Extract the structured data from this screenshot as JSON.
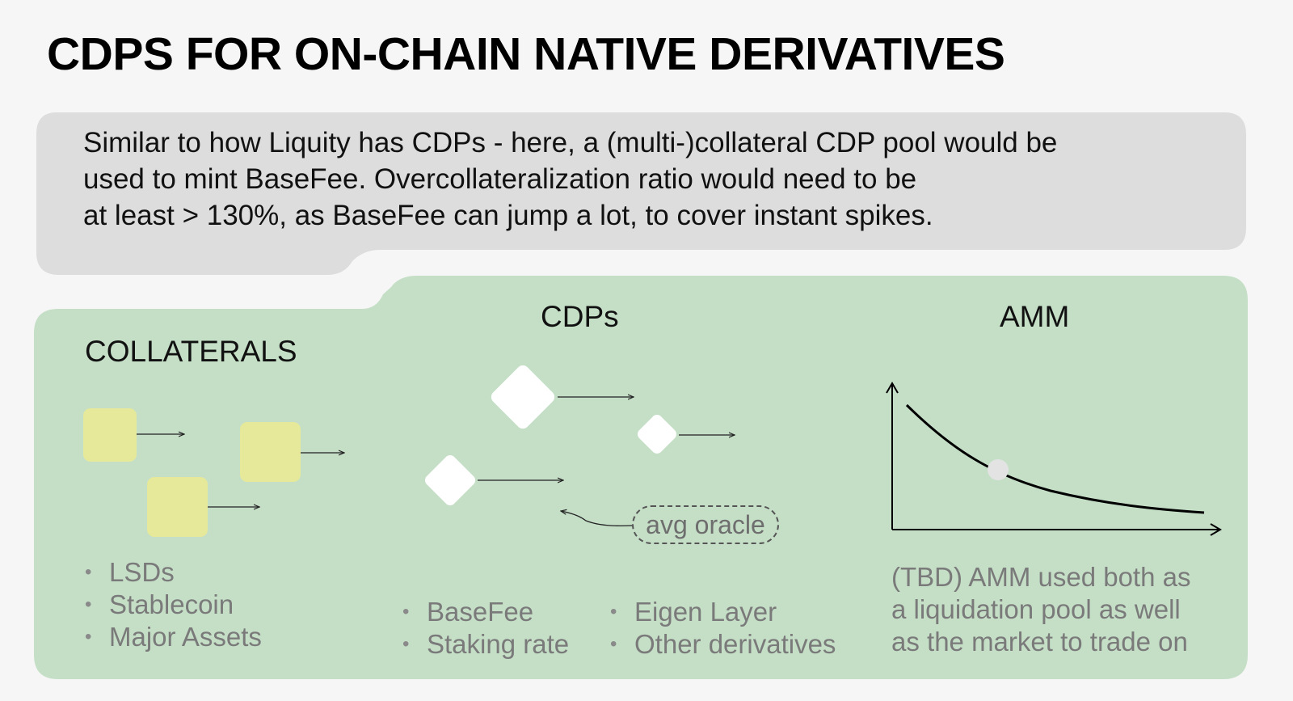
{
  "title": "CDPS FOR ON-CHAIN NATIVE DERIVATIVES",
  "description": [
    "Similar to how Liquity has CDPs - here, a (multi-)collateral CDP pool would be",
    "used to mint BaseFee. Overcollateralization ratio would need to be",
    "at least > 130%, as BaseFee can jump a lot, to cover instant spikes."
  ],
  "collaterals": {
    "heading": "COLLATERALS",
    "items": [
      "LSDs",
      "Stablecoin",
      "Major Assets"
    ]
  },
  "cdps": {
    "heading": "CDPs",
    "oracle_label": "avg oracle",
    "items_left": [
      "BaseFee",
      "Staking rate"
    ],
    "items_right": [
      "Eigen Layer",
      "Other derivatives"
    ]
  },
  "amm": {
    "heading": "AMM",
    "note": [
      "(TBD) AMM used both as",
      "a liquidation pool as well",
      "as the market to trade on"
    ]
  },
  "colors": {
    "page_bg": "#f6f6f6",
    "description_panel": "#dddddd",
    "main_panel": "#c5dfc7",
    "collateral_square": "#e6e99a",
    "cdp_diamond": "#ffffff",
    "text_muted": "#7a7a7a"
  }
}
